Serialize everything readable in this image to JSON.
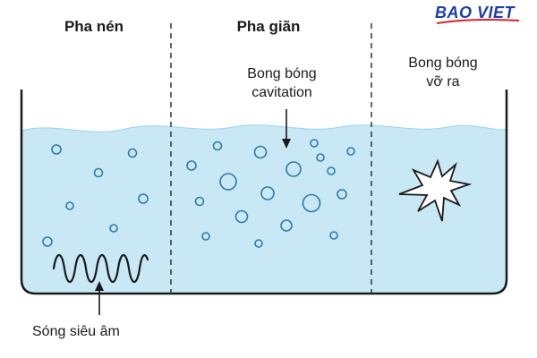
{
  "phases": {
    "compression": "Pha nén",
    "expansion": "Pha giãn"
  },
  "labels": {
    "cavitation_line1": "Bong bóng",
    "cavitation_line2": "cavitation",
    "burst_line1": "Bong bóng",
    "burst_line2": "vỡ ra",
    "ultrasound": "Sóng siêu âm"
  },
  "logo": {
    "text": "BAO VIET",
    "text_color": "#1b3fa6",
    "swoosh_color": "#d9232d"
  },
  "colors": {
    "water": "#c7e8f4",
    "bubble_stroke": "#2e7aa8",
    "outline": "#1a1a1a",
    "divider": "#333333"
  },
  "icons": [
    "burst-star-icon",
    "sine-wave-icon",
    "arrow-icon"
  ]
}
